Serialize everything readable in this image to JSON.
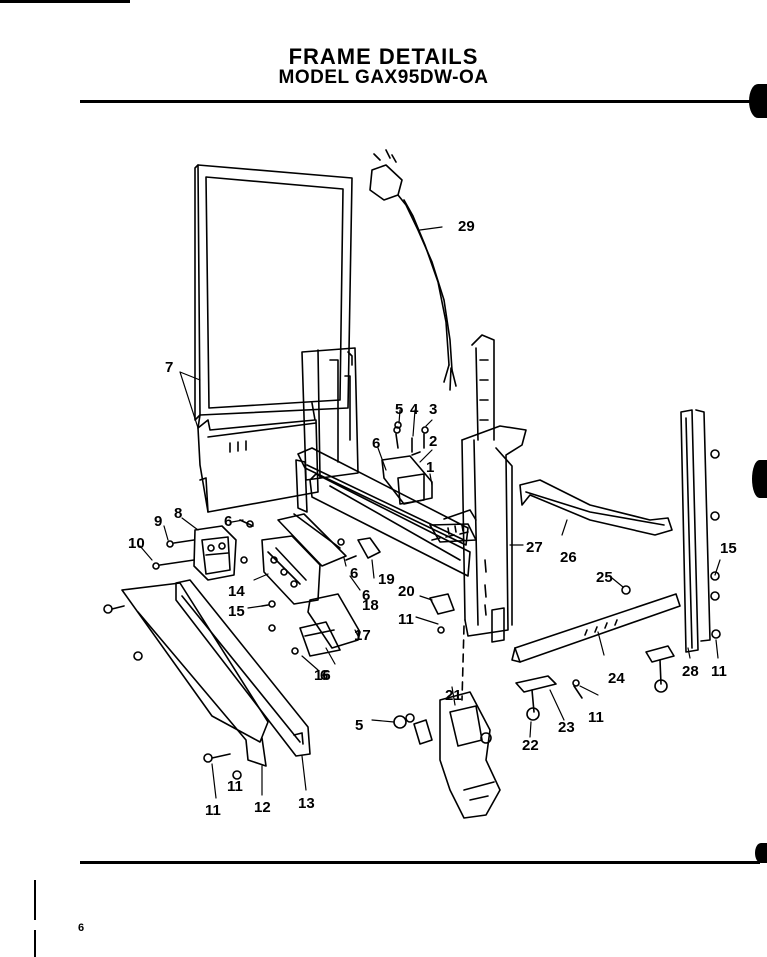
{
  "header": {
    "title": "FRAME DETAILS",
    "model": "MODEL GAX95DW-OA"
  },
  "footer": {
    "page_number": "6"
  },
  "callouts": [
    "1",
    "2",
    "3",
    "4",
    "5",
    "5",
    "6",
    "6",
    "6",
    "6",
    "6",
    "7",
    "8",
    "9",
    "10",
    "11",
    "11",
    "11",
    "11",
    "11",
    "12",
    "13",
    "14",
    "15",
    "15",
    "16",
    "17",
    "18",
    "19",
    "20",
    "21",
    "22",
    "23",
    "24",
    "25",
    "26",
    "27",
    "28",
    "29"
  ]
}
